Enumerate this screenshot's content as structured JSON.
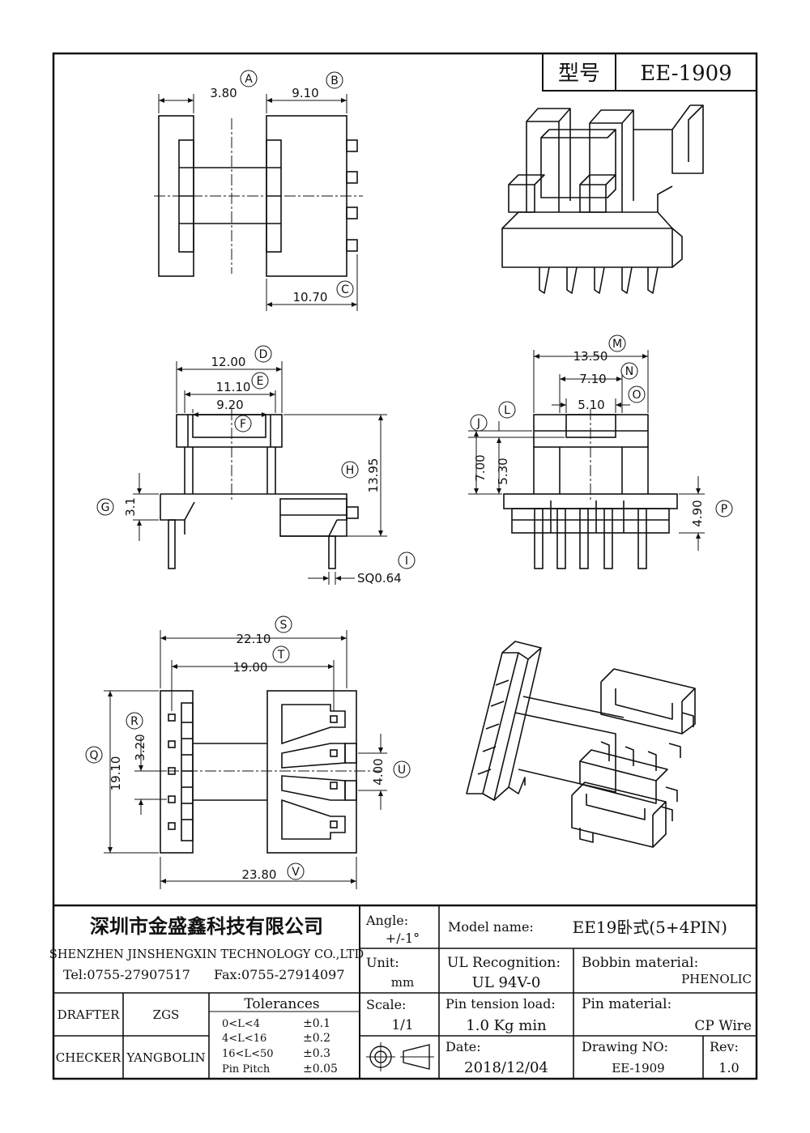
{
  "header": {
    "model_label": "型号",
    "model_value": "EE-1909"
  },
  "dimensions": {
    "A": {
      "letter": "A",
      "value": "3.80"
    },
    "B": {
      "letter": "B",
      "value": "9.10"
    },
    "C": {
      "letter": "C",
      "value": "10.70"
    },
    "D": {
      "letter": "D",
      "value": "12.00"
    },
    "E": {
      "letter": "E",
      "value": "11.10"
    },
    "F": {
      "letter": "F",
      "value": "9.20"
    },
    "G": {
      "letter": "G",
      "value": "3.1"
    },
    "H": {
      "letter": "H",
      "value": "13.95"
    },
    "I": {
      "letter": "I",
      "value": "SQ0.64"
    },
    "J": {
      "letter": "J",
      "value": "7.00"
    },
    "L": {
      "letter": "L",
      "value": "5.30"
    },
    "M": {
      "letter": "M",
      "value": "13.50"
    },
    "N": {
      "letter": "N",
      "value": "7.10"
    },
    "O": {
      "letter": "O",
      "value": "5.10"
    },
    "P": {
      "letter": "P",
      "value": "4.90"
    },
    "Q": {
      "letter": "Q",
      "value": "19.10"
    },
    "R": {
      "letter": "R",
      "value": "3.20"
    },
    "S": {
      "letter": "S",
      "value": "22.10"
    },
    "T": {
      "letter": "T",
      "value": "19.00"
    },
    "U": {
      "letter": "U",
      "value": "4.00"
    },
    "V": {
      "letter": "V",
      "value": "23.80"
    }
  },
  "title_block": {
    "company_cn": "深圳市金盛鑫科技有限公司",
    "company_en": "SHENZHEN JINSHENGXIN TECHNOLOGY CO.,LTD",
    "tel": "Tel:0755-27907517",
    "fax": "Fax:0755-27914097",
    "drafter_label": "DRAFTER",
    "drafter_value": "ZGS",
    "checker_label": "CHECKER",
    "checker_value": "YANGBOLIN",
    "tolerances_title": "Tolerances",
    "tolerances": [
      {
        "range": "0<L<4",
        "value": "±0.1"
      },
      {
        "range": "4<L<16",
        "value": "±0.2"
      },
      {
        "range": "16<L<50",
        "value": "±0.3"
      },
      {
        "range": "Pin Pitch",
        "value": "±0.05"
      }
    ],
    "angle_label": "Angle:",
    "angle_value": "+/-1°",
    "unit_label": "Unit:",
    "unit_value": "mm",
    "scale_label": "Scale:",
    "scale_value": "1/1",
    "model_name_label": "Model name:",
    "model_name_value": "EE19卧式(5+4PIN)",
    "ul_label": "UL Recognition:",
    "ul_value": "UL 94V-0",
    "bobbin_label": "Bobbin material:",
    "bobbin_value": "PHENOLIC",
    "pin_tension_label": "Pin tension load:",
    "pin_tension_value": "1.0 Kg min",
    "pin_material_label": "Pin material:",
    "pin_material_value": "CP Wire",
    "date_label": "Date:",
    "date_value": "2018/12/04",
    "drawing_no_label": "Drawing NO:",
    "drawing_no_value": "EE-1909",
    "rev_label": "Rev:",
    "rev_value": "1.0"
  }
}
